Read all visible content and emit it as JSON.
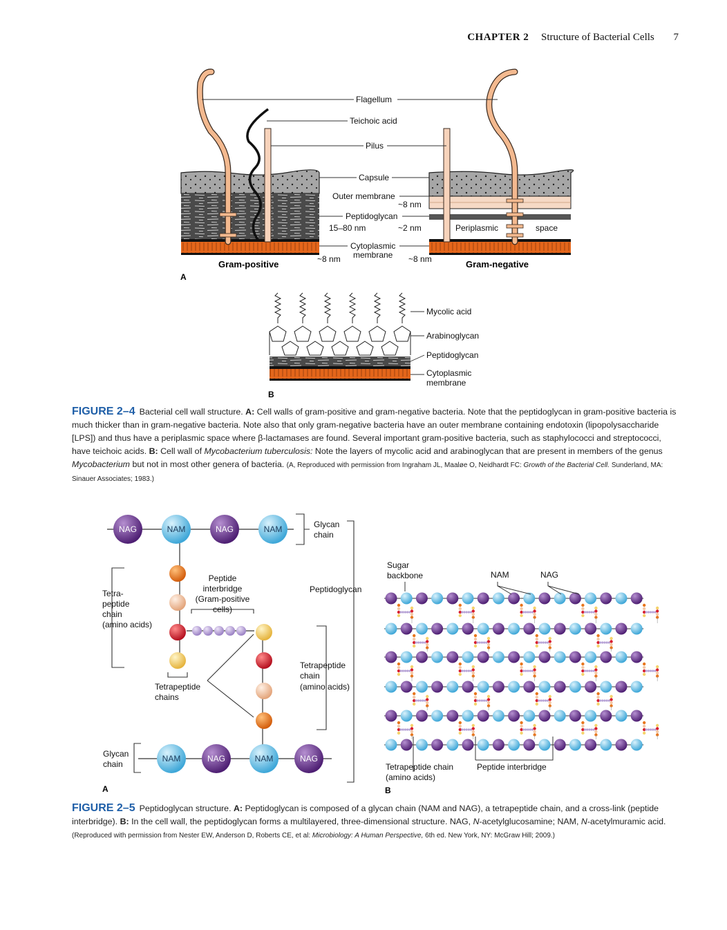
{
  "header": {
    "chapter": "CHAPTER 2",
    "title": "Structure of Bacterial Cells",
    "page": "7"
  },
  "fig4": {
    "panelA": {
      "label": "A",
      "labels": {
        "flagellum": "Flagellum",
        "teichoic": "Teichoic acid",
        "pilus": "Pilus",
        "capsule": "Capsule",
        "outer_membrane": "Outer membrane",
        "nm8_a": "~8 nm",
        "peptidoglycan": "Peptidoglycan",
        "nm15_80": "15–80 nm",
        "nm2": "~2 nm",
        "periplasmic": "Periplasmic",
        "space": "space",
        "cyto1": "Cytoplasmic",
        "cyto2": "membrane",
        "nm8_b": "~8 nm",
        "nm8_c": "~8 nm",
        "gram_pos": "Gram-positive",
        "gram_neg": "Gram-negative"
      }
    },
    "panelB": {
      "label": "B",
      "labels": {
        "mycolic": "Mycolic acid",
        "arabino": "Arabinoglycan",
        "peptidoglycan": "Peptidoglycan",
        "cyto1": "Cytoplasmic",
        "cyto2": "membrane"
      }
    },
    "caption": {
      "fig": "FIGURE 2–4",
      "t1": "Bacterial cell wall structure. ",
      "a": "A:",
      "t2": " Cell walls of gram-positive and gram-negative bacteria. Note that the peptidoglycan in gram-positive bacteria is much thicker than in gram-negative bacteria. Note also that only gram-negative bacteria have an outer membrane containing endotoxin (lipopolysaccharide [LPS]) and thus have a periplasmic space where β-lactamases are found. Several important gram-positive bacteria, such as staphylococci and streptococci, have teichoic acids. ",
      "b": "B:",
      "t3": " Cell wall of ",
      "i1": "Mycobacterium tuberculosis:",
      "t4": " Note the layers of mycolic acid and arabinoglycan that are present in members of the genus ",
      "i2": "Mycobacterium",
      "t5": " but not in most other genera of bacteria. ",
      "s1": "(A, Reproduced with permission from Ingraham JL, Maaløe O, Neidhardt FC: ",
      "si": "Growth of the Bacterial Cell.",
      "s2": " Sunderland, MA: Sinauer Associates; 1983.)"
    }
  },
  "fig5": {
    "panelA": {
      "label": "A",
      "nag": "NAG",
      "nam": "NAM",
      "glycan1": "Glycan",
      "glycan2": "chain",
      "glycanB1": "Glycan",
      "glycanB2": "chain",
      "tetra_l1": "Tetra-",
      "tetra_l2": "peptide",
      "tetra_l3": "chain",
      "tetra_l4": "(amino acids)",
      "inter1": "Peptide",
      "inter2": "interbridge",
      "inter3": "(Gram-positive",
      "inter4": "cells)",
      "pepgly": "Peptidoglycan",
      "tetraR1": "Tetrapeptide",
      "tetraR2": "chain",
      "tetraR3": "(amino acids)",
      "chains1": "Tetrapeptide",
      "chains2": "chains"
    },
    "panelB": {
      "label": "B",
      "sugar1": "Sugar",
      "sugar2": "backbone",
      "nam": "NAM",
      "nag": "NAG",
      "tetra1": "Tetrapeptide chain",
      "tetra2": "(amino acids)",
      "inter": "Peptide interbridge"
    },
    "caption": {
      "fig": "FIGURE 2–5",
      "t1": "Peptidoglycan structure. ",
      "a": "A:",
      "t2": " Peptidoglycan is composed of a glycan chain (NAM and NAG), a tetrapeptide chain, and a cross-link (peptide interbridge). ",
      "b": "B:",
      "t3": " In the cell wall, the peptidoglycan forms a multilayered, three-dimensional structure. NAG, ",
      "i1": "N",
      "t4": "-acetylglucosamine; NAM, ",
      "i2": "N",
      "t5": "-acetylmuramic acid. ",
      "s1": "(Reproduced with permission from Nester EW, Anderson D, Roberts CE, et al: ",
      "si": "Microbiology: A Human Perspective,",
      "s2": " 6th ed. New York, NY: McGraw Hill; 2009.)"
    }
  },
  "colors": {
    "nag": "#6b2f8f",
    "nam": "#67c3ea",
    "orange": "#e8761d",
    "peach": "#f3c8a6",
    "red": "#d81e2f",
    "yellow": "#f5d36b",
    "lavender": "#b7a3d6",
    "fig_blue": "#1f5fa8",
    "flagellum": "#f3b98f",
    "membrane": "#e4661b"
  }
}
